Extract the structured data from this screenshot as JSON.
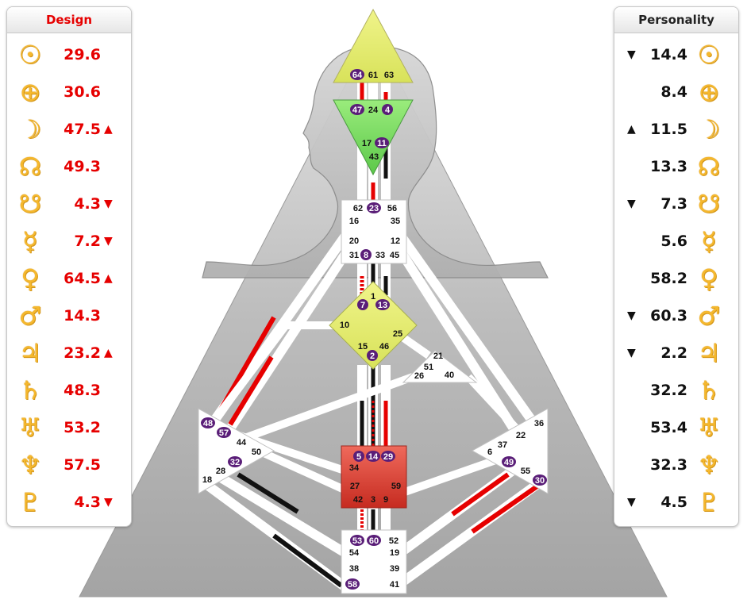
{
  "design": {
    "title": "Design",
    "rows": [
      {
        "icon": "sun-icon",
        "symbol": "☉",
        "value": "29.6",
        "arrow": ""
      },
      {
        "icon": "earth-icon",
        "symbol": "⊕",
        "value": "30.6",
        "arrow": ""
      },
      {
        "icon": "moon-icon",
        "symbol": "☽",
        "value": "47.5",
        "arrow": "▲"
      },
      {
        "icon": "north-node-icon",
        "symbol": "☊",
        "value": "49.3",
        "arrow": ""
      },
      {
        "icon": "south-node-icon",
        "symbol": "☋",
        "value": "4.3",
        "arrow": "▼"
      },
      {
        "icon": "mercury-icon",
        "symbol": "☿",
        "value": "7.2",
        "arrow": "▼"
      },
      {
        "icon": "venus-icon",
        "symbol": "♀",
        "value": "64.5",
        "arrow": "▲"
      },
      {
        "icon": "mars-icon",
        "symbol": "♂",
        "value": "14.3",
        "arrow": ""
      },
      {
        "icon": "jupiter-icon",
        "symbol": "♃",
        "value": "23.2",
        "arrow": "▲"
      },
      {
        "icon": "saturn-icon",
        "symbol": "♄",
        "value": "48.3",
        "arrow": ""
      },
      {
        "icon": "uranus-icon",
        "symbol": "♅",
        "value": "53.2",
        "arrow": ""
      },
      {
        "icon": "neptune-icon",
        "symbol": "♆",
        "value": "57.5",
        "arrow": ""
      },
      {
        "icon": "pluto-icon",
        "symbol": "♇",
        "value": "4.3",
        "arrow": "▼"
      }
    ]
  },
  "personality": {
    "title": "Personality",
    "rows": [
      {
        "icon": "sun-icon",
        "symbol": "☉",
        "value": "14.4",
        "arrow": "▼"
      },
      {
        "icon": "earth-icon",
        "symbol": "⊕",
        "value": "8.4",
        "arrow": ""
      },
      {
        "icon": "moon-icon",
        "symbol": "☽",
        "value": "11.5",
        "arrow": "▲"
      },
      {
        "icon": "north-node-icon",
        "symbol": "☊",
        "value": "13.3",
        "arrow": ""
      },
      {
        "icon": "south-node-icon",
        "symbol": "☋",
        "value": "7.3",
        "arrow": "▼"
      },
      {
        "icon": "mercury-icon",
        "symbol": "☿",
        "value": "5.6",
        "arrow": ""
      },
      {
        "icon": "venus-icon",
        "symbol": "♀",
        "value": "58.2",
        "arrow": ""
      },
      {
        "icon": "mars-icon",
        "symbol": "♂",
        "value": "60.3",
        "arrow": "▼"
      },
      {
        "icon": "jupiter-icon",
        "symbol": "♃",
        "value": "2.2",
        "arrow": "▼"
      },
      {
        "icon": "saturn-icon",
        "symbol": "♄",
        "value": "32.2",
        "arrow": ""
      },
      {
        "icon": "uranus-icon",
        "symbol": "♅",
        "value": "53.4",
        "arrow": ""
      },
      {
        "icon": "neptune-icon",
        "symbol": "♆",
        "value": "32.3",
        "arrow": ""
      },
      {
        "icon": "pluto-icon",
        "symbol": "♇",
        "value": "4.5",
        "arrow": "▼"
      }
    ]
  },
  "bodygraph": {
    "colors": {
      "design": "#e60000",
      "personality": "#111111",
      "head": "#e3ec7a",
      "ajna": "#7ee06a",
      "g": "#e3ec7a",
      "sacral": "#e0483c",
      "circle": "#5a1e78"
    },
    "centers": {
      "head": {
        "gates": [
          "64",
          "61",
          "63"
        ],
        "defined": true
      },
      "ajna": {
        "gates": [
          "47",
          "24",
          "4",
          "17",
          "11",
          "43"
        ],
        "defined": true
      },
      "throat": {
        "gates": [
          "62",
          "23",
          "56",
          "16",
          "35",
          "20",
          "12",
          "31",
          "8",
          "33",
          "45"
        ],
        "defined": false
      },
      "g": {
        "gates": [
          "1",
          "7",
          "13",
          "10",
          "25",
          "15",
          "46",
          "2"
        ],
        "defined": true
      },
      "ego": {
        "gates": [
          "21",
          "51",
          "26",
          "40"
        ],
        "defined": false
      },
      "spleen": {
        "gates": [
          "48",
          "57",
          "44",
          "50",
          "32",
          "28",
          "18"
        ],
        "defined": false
      },
      "sacral": {
        "gates": [
          "5",
          "14",
          "29",
          "34",
          "27",
          "59",
          "42",
          "3",
          "9"
        ],
        "defined": true
      },
      "solar_plexus": {
        "gates": [
          "36",
          "22",
          "37",
          "6",
          "49",
          "55",
          "30"
        ],
        "defined": false
      },
      "root": {
        "gates": [
          "53",
          "60",
          "52",
          "54",
          "19",
          "38",
          "39",
          "58",
          "41"
        ],
        "defined": false
      }
    },
    "active_gates": [
      "64",
      "47",
      "4",
      "11",
      "23",
      "8",
      "7",
      "13",
      "2",
      "48",
      "57",
      "32",
      "5",
      "14",
      "29",
      "49",
      "30",
      "53",
      "60",
      "58"
    ]
  }
}
